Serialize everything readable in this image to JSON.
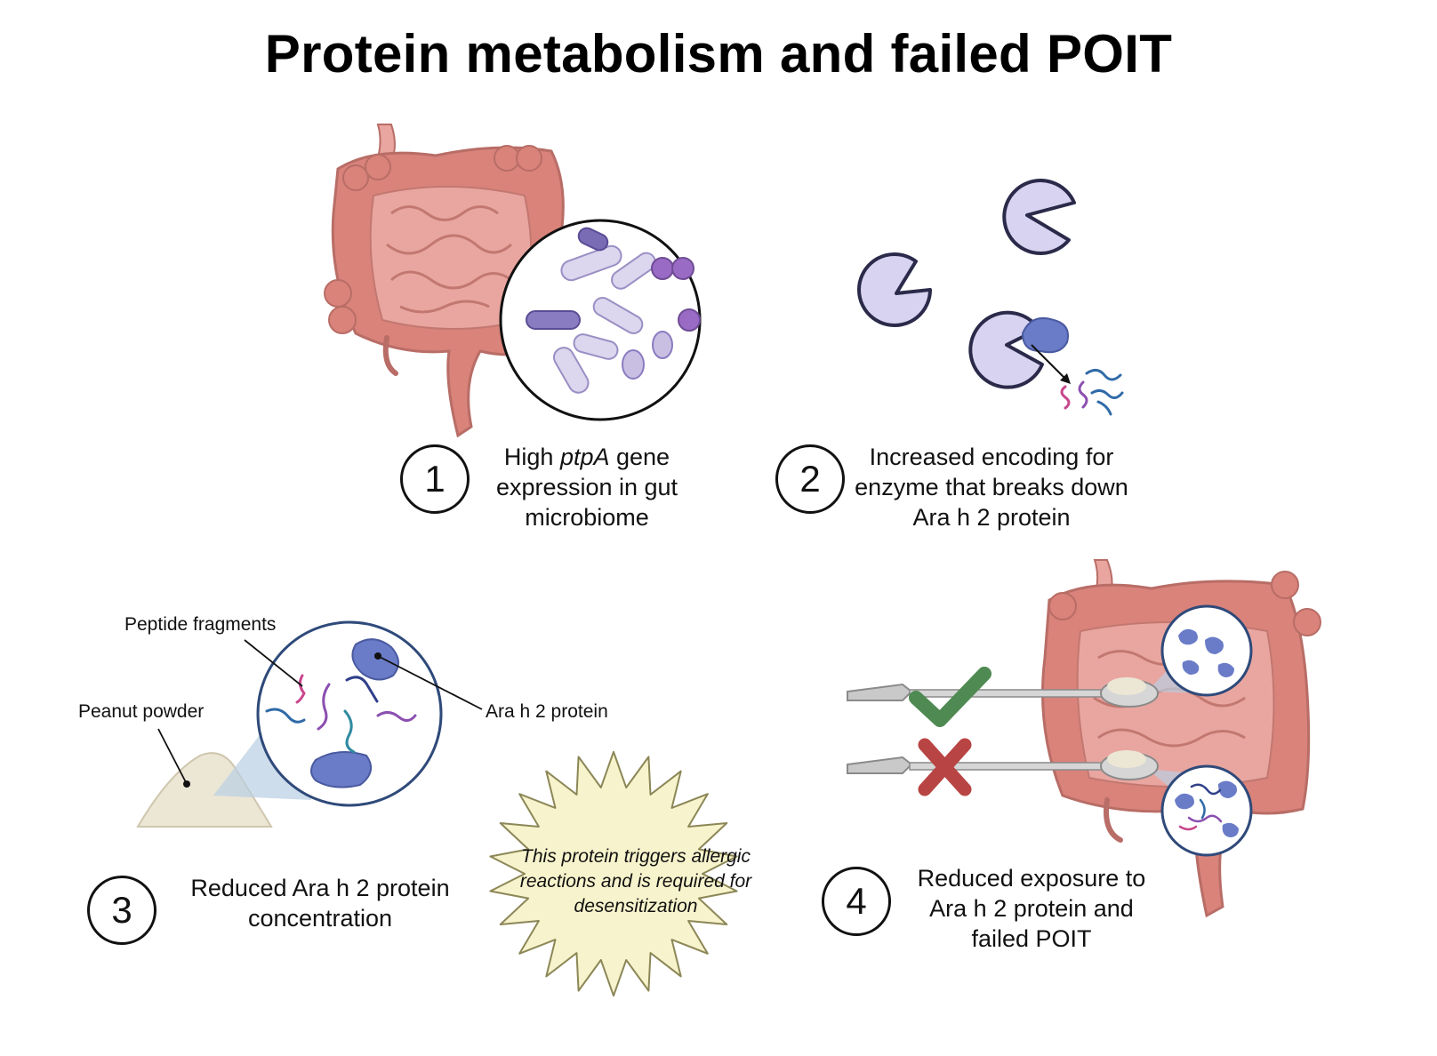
{
  "title": "Protein metabolism and failed POIT",
  "steps": [
    {
      "number": "1",
      "caption_pre": "High ",
      "caption_italic": "ptpA",
      "caption_post": " gene expression in gut microbiome"
    },
    {
      "number": "2",
      "caption": "Increased encoding for enzyme that breaks down Ara h 2 protein"
    },
    {
      "number": "3",
      "caption": "Reduced Ara h 2 protein concentration"
    },
    {
      "number": "4",
      "caption": "Reduced exposure to Ara h 2 protein and failed POIT"
    }
  ],
  "labels": {
    "peptide_fragments": "Peptide fragments",
    "peanut_powder": "Peanut powder",
    "ara_h2_protein": "Ara h 2 protein"
  },
  "callout": "This protein triggers allergic reactions and is required for desensitization",
  "colors": {
    "intestine": "#d9837b",
    "intestine_light": "#e9a6a0",
    "enzyme": "#d8d3f0",
    "protein": "#6a7cc8",
    "burst_fill": "#f7f3cc",
    "check": "#4f8a53",
    "cross": "#b84444"
  },
  "icons": [
    "intestine-icon",
    "microbiome-magnifier-icon",
    "enzyme-pacman-icon",
    "protein-blob-icon",
    "peptide-fragment-icon",
    "peanut-powder-icon",
    "spoon-icon",
    "checkmark-icon",
    "cross-icon",
    "starburst-icon"
  ]
}
